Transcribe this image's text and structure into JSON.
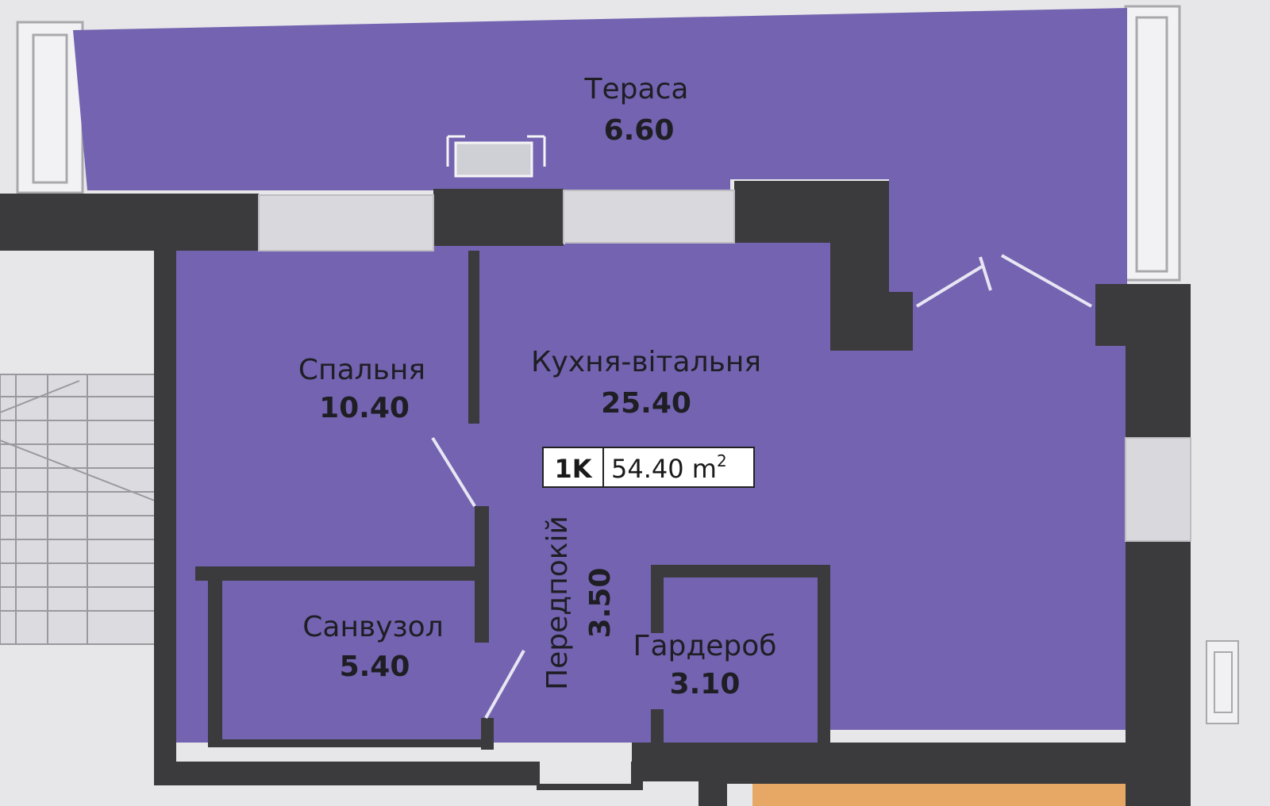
{
  "plan": {
    "apartment_type": "1K",
    "total_area": "54.40 m",
    "total_area_sup": "2",
    "rooms": [
      {
        "name": "Тераса",
        "area": "6.60"
      },
      {
        "name": "Спальня",
        "area": "10.40"
      },
      {
        "name": "Кухня-вітальня",
        "area": "25.40"
      },
      {
        "name": "Санвузол",
        "area": "5.40"
      },
      {
        "name": "Передпокій",
        "area": "3.50"
      },
      {
        "name": "Гардероб",
        "area": "3.10"
      }
    ]
  },
  "colors": {
    "room_fill": "#7463b0",
    "wall": "#3b3a3d",
    "background": "#e6e6e8",
    "adjacent_unit": "#e8a865"
  }
}
